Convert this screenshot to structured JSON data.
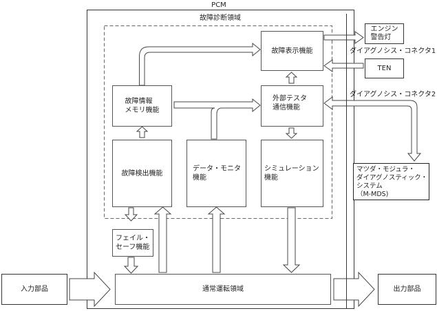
{
  "diagram": {
    "pcm_label": "PCM",
    "diagnosis_region_label": "故障診断領域",
    "boxes": {
      "fault_display": "故障表示機能",
      "fault_memory": "故障情報\n メモリ機能",
      "external_tester": "外部テスタ\n通信機能",
      "fault_detection": "故障検出機能",
      "data_monitor": "データ・モニタ\n機能",
      "simulation": "シミュレーション\n機能",
      "fail_safe": "フェイル・\nセーフ機能",
      "normal_operation": "通常運転領域",
      "input_parts": "入力部品",
      "output_parts": "出力部品",
      "engine_warning_lamp": "エンジン\n警告灯",
      "ten": "TEN",
      "m_mds": "マツダ・モジュラ・\nダイアグノスティック・\nシステム\n （M-MDS)"
    },
    "connector1_label": "ダイアグノシス・コネクタ1",
    "connector2_label": "ダイアグノシス・コネクタ2"
  }
}
